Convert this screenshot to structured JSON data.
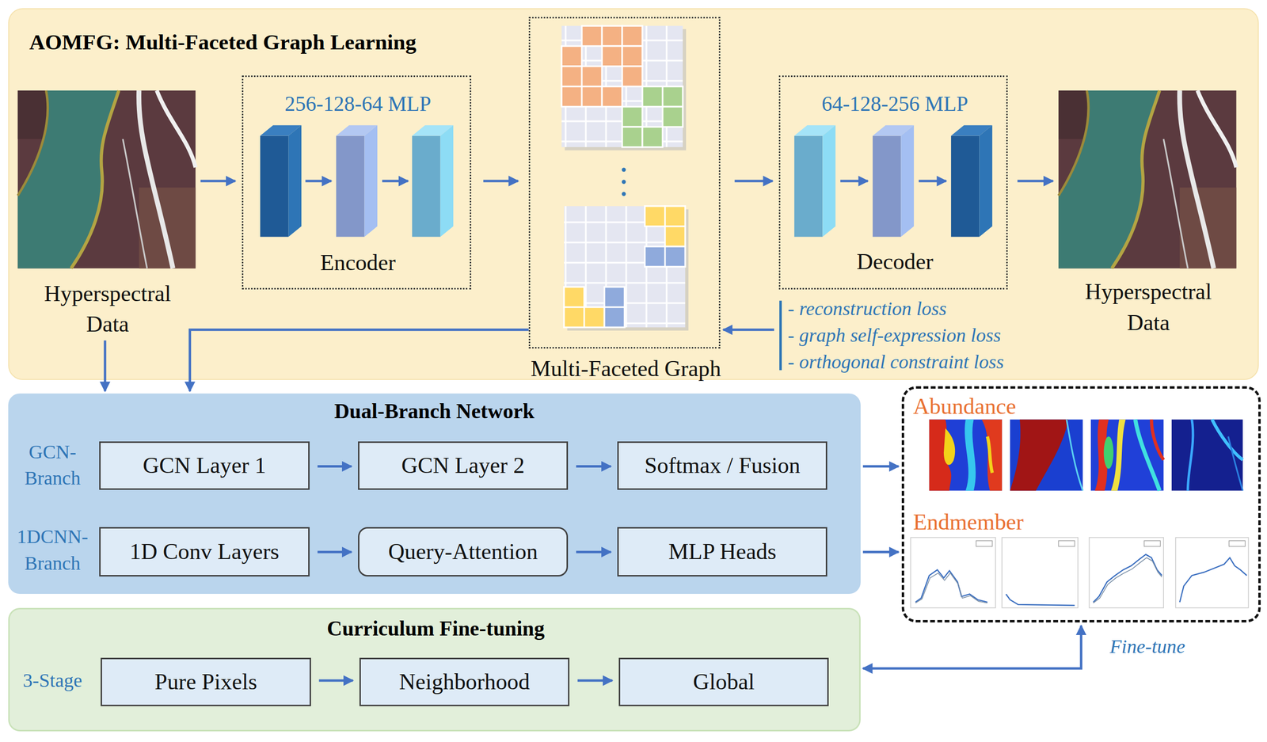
{
  "diagram": {
    "nodes": [
      {
        "text": [
          "AOMFG: Multi-Faceted Graph Learning"
        ]
      },
      {
        "text": [
          "Hyperspectral Data"
        ],
        "in": 0
      },
      {
        "text": [
          "256-128-64 MLP",
          "Encoder"
        ],
        "in": 0
      },
      {
        "text": [
          "Multi-Faceted Graph"
        ],
        "in": 0
      },
      {
        "text": [
          "64-128-256 MLP",
          "Decoder"
        ],
        "in": 0
      },
      {
        "text": [
          "Hyperspectral Data"
        ],
        "in": 0
      },
      {
        "text": [
          "Dual-Branch Network"
        ]
      },
      {
        "text": [
          "GCN Layer 1"
        ],
        "in": 6
      },
      {
        "text": [
          "GCN Layer 2"
        ],
        "in": 6
      },
      {
        "text": [
          "Softmax / Fusion"
        ],
        "in": 6
      },
      {
        "text": [
          "1D Conv Layers"
        ],
        "in": 6
      },
      {
        "text": [
          "Query-Attention"
        ],
        "in": 6
      },
      {
        "text": [
          "MLP Heads"
        ],
        "in": 6
      },
      {
        "text": [
          "Curriculum Fine-tuning"
        ]
      },
      {
        "text": [
          "Pure Pixels"
        ],
        "in": 13
      },
      {
        "text": [
          "Neighborhood"
        ],
        "in": 13
      },
      {
        "text": [
          "Global"
        ],
        "in": 13
      },
      {
        "text": [
          "Abundance",
          "Endmember"
        ]
      }
    ],
    "edges": [
      {
        "from": 1,
        "to": 2,
        "arrow": "to"
      },
      {
        "from": 2,
        "to": 3,
        "arrow": "to"
      },
      {
        "from": 3,
        "to": 4,
        "arrow": "to"
      },
      {
        "from": 4,
        "to": 5,
        "arrow": "to"
      },
      {
        "from": 1,
        "to": 6,
        "arrow": "to"
      },
      {
        "from": 3,
        "to": 6,
        "arrow": "to"
      },
      {
        "from": 7,
        "to": 8,
        "arrow": "to"
      },
      {
        "from": 8,
        "to": 9,
        "arrow": "to"
      },
      {
        "from": 10,
        "to": 11,
        "arrow": "to"
      },
      {
        "from": 11,
        "to": 12,
        "arrow": "to"
      },
      {
        "from": 9,
        "to": 17,
        "arrow": "to"
      },
      {
        "from": 12,
        "to": 17,
        "arrow": "to"
      },
      {
        "from": 14,
        "to": 15,
        "arrow": "to"
      },
      {
        "from": 15,
        "to": 16,
        "arrow": "to"
      },
      {
        "from": 17,
        "to": 13,
        "label": "Fine-tune",
        "arrow": "both"
      }
    ],
    "labels": [
      "- reconstruction loss",
      "- graph self-expression loss",
      "- orthogonal constraint loss",
      "GCN- Branch",
      "1DCNN- Branch",
      "3-Stage"
    ]
  }
}
